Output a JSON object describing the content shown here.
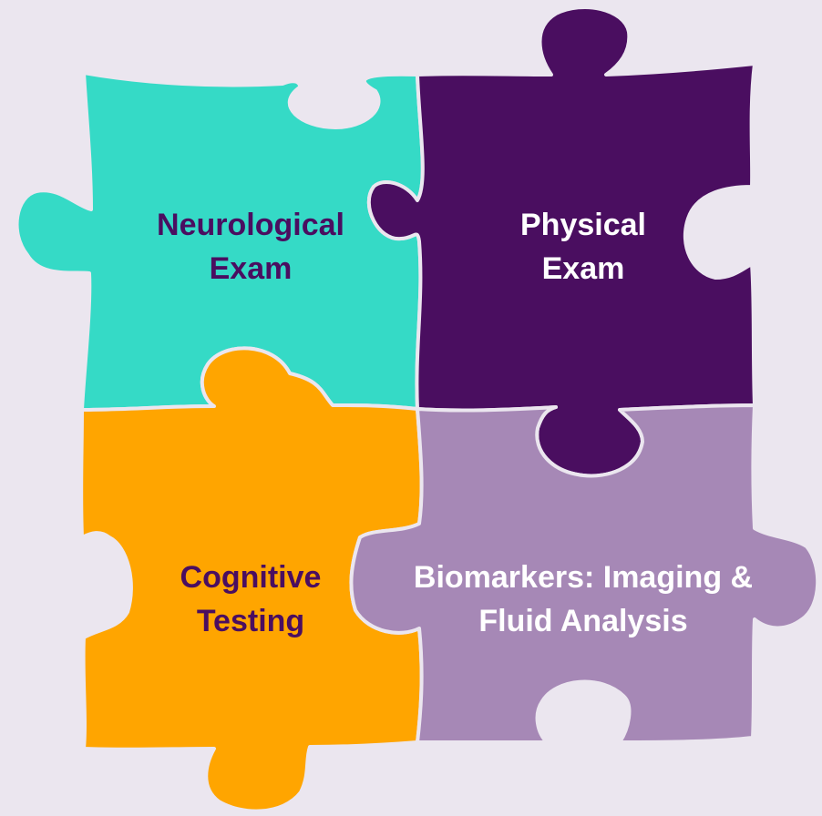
{
  "colors": {
    "background": "#ebe6ef",
    "outline": "#ebe6ef",
    "neurological_fill": "#35dac6",
    "physical_fill": "#4a0e60",
    "cognitive_fill": "#ffa500",
    "biomarkers_fill": "#a688b6",
    "dark_text": "#4a0e60",
    "light_text": "#ffffff"
  },
  "pieces": {
    "neurological": {
      "line1": "Neurological",
      "line2": "Exam"
    },
    "physical": {
      "line1": "Physical",
      "line2": "Exam"
    },
    "cognitive": {
      "line1": "Cognitive",
      "line2": "Testing"
    },
    "biomarkers": {
      "line1": "Biomarkers: Imaging &",
      "line2": "Fluid Analysis"
    }
  }
}
